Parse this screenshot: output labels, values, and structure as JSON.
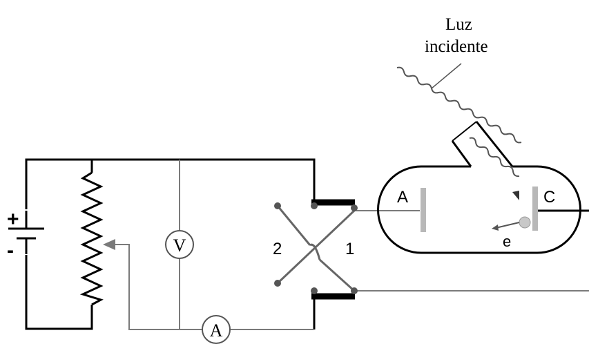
{
  "light": {
    "line1": "Luz",
    "line2": "incidente"
  },
  "battery": {
    "plus": "+",
    "minus": "-"
  },
  "meters": {
    "voltmeter": "V",
    "ammeter": "A"
  },
  "switch": {
    "pos2": "2",
    "pos1": "1"
  },
  "tube": {
    "anode": "A",
    "cathode": "C",
    "electron": "e"
  }
}
